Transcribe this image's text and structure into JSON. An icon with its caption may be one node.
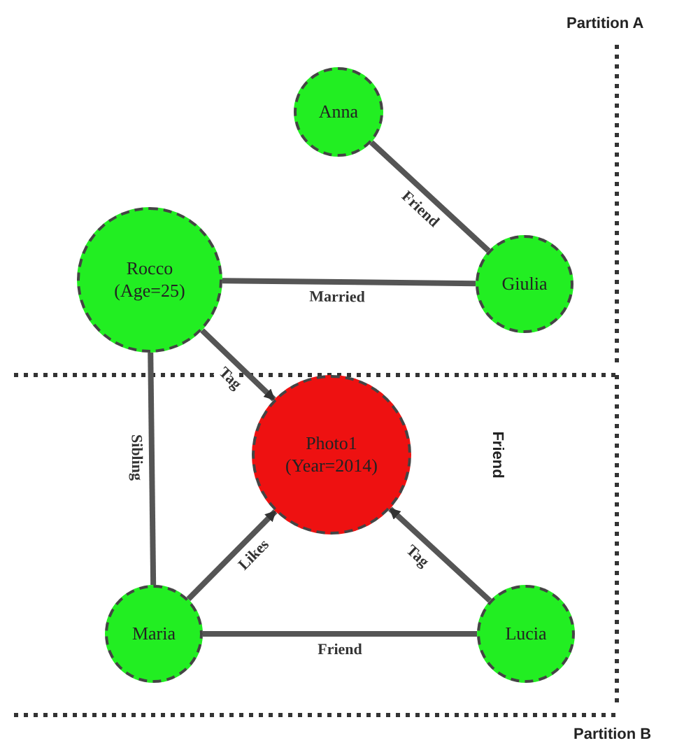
{
  "diagram": {
    "nodes": [
      {
        "text": [
          "Anna"
        ]
      },
      {
        "text": [
          "Rocco (Age=25)"
        ]
      },
      {
        "text": [
          "Giulia"
        ]
      },
      {
        "text": [
          "Photo1 (Year=2014)"
        ]
      },
      {
        "text": [
          "Maria"
        ]
      },
      {
        "text": [
          "Lucia"
        ]
      }
    ],
    "edges": [
      {
        "from": 2,
        "to": 0,
        "arrow": "none",
        "label": "Friend"
      },
      {
        "from": 1,
        "to": 2,
        "arrow": "none",
        "label": "Married"
      },
      {
        "from": 1,
        "to": 3,
        "arrow": "to",
        "label": "Tag"
      },
      {
        "from": 4,
        "to": 1,
        "arrow": "none",
        "label": "Sibling"
      },
      {
        "from": 4,
        "to": 3,
        "arrow": "to",
        "label": "Likes"
      },
      {
        "from": 5,
        "to": 3,
        "arrow": "to",
        "label": "Tag"
      },
      {
        "from": 4,
        "to": 5,
        "arrow": "none",
        "label": "Friend"
      }
    ],
    "labels": [
      "Partition A",
      "Friend",
      "Partition B"
    ]
  }
}
